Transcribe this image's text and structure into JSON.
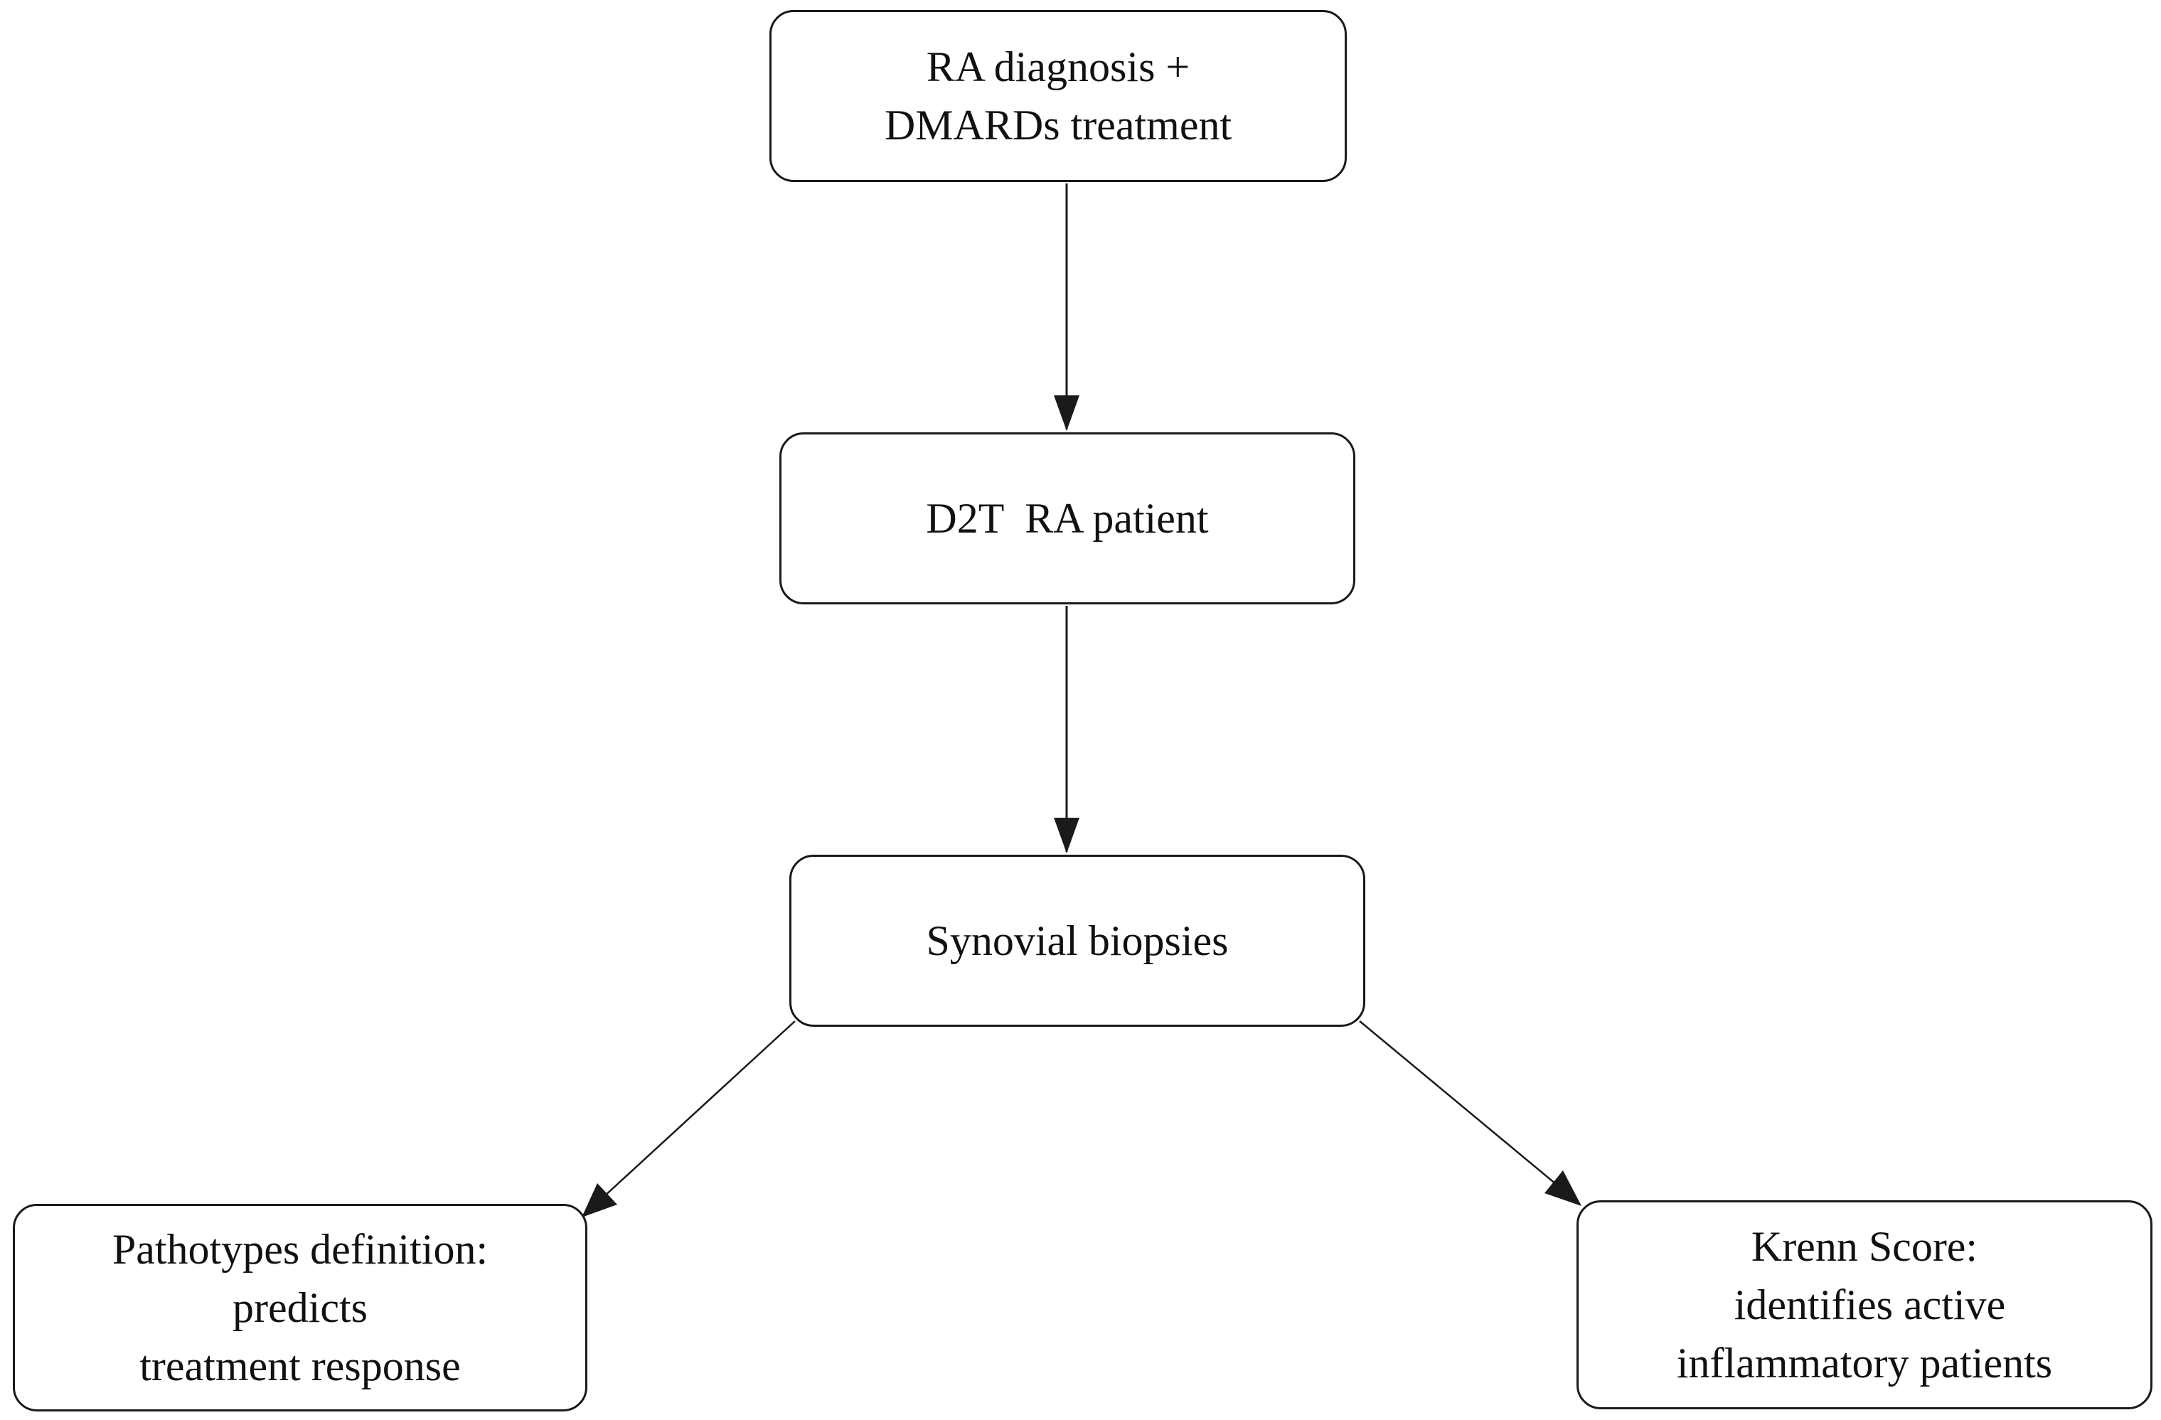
{
  "diagram": {
    "nodes": {
      "diagnosis": {
        "lines": [
          "RA diagnosis +",
          "DMARDs treatment"
        ]
      },
      "d2t": {
        "lines": [
          "D2T  RA patient"
        ]
      },
      "biopsies": {
        "lines": [
          "Synovial biopsies"
        ]
      },
      "pathotypes": {
        "lines": [
          "Pathotypes definition:",
          "predicts",
          "treatment response"
        ]
      },
      "krenn": {
        "lines": [
          "Krenn Score:",
          " identifies active",
          "inflammatory patients"
        ]
      }
    },
    "edges": [
      {
        "from": "diagnosis",
        "to": "d2t"
      },
      {
        "from": "d2t",
        "to": "biopsies"
      },
      {
        "from": "biopsies",
        "to": "pathotypes"
      },
      {
        "from": "biopsies",
        "to": "krenn"
      }
    ],
    "colors": {
      "stroke": "#1a1a1a",
      "background": "#ffffff",
      "text": "#111111"
    }
  }
}
